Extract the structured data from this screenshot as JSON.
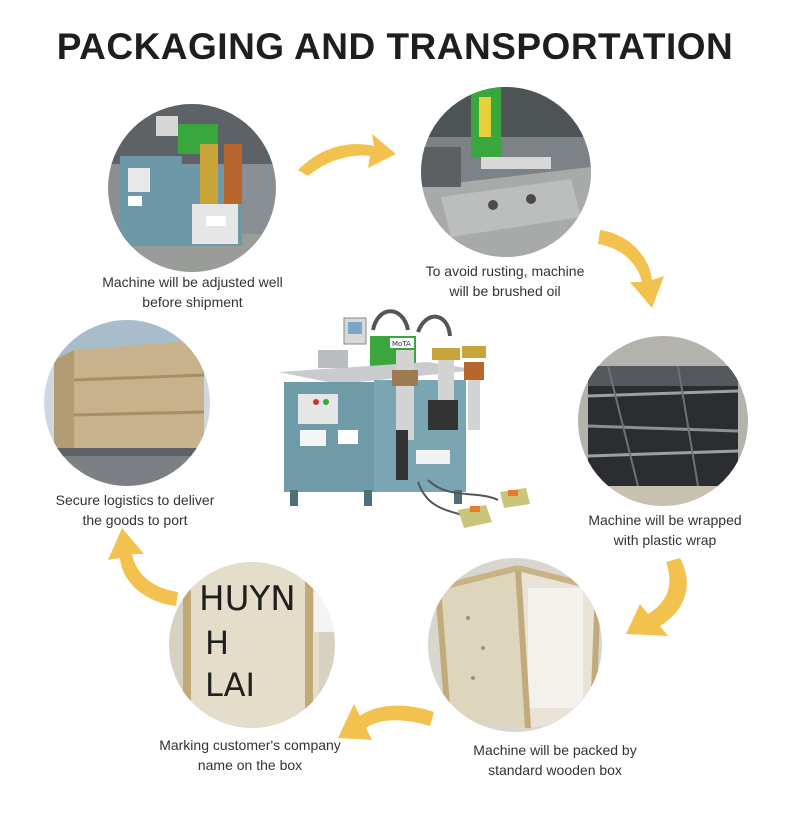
{
  "title": "PACKAGING AND TRANSPORTATION",
  "steps": [
    {
      "line1": "Machine will be adjusted well",
      "line2": "before shipment"
    },
    {
      "line1": "To avoid rusting, machine",
      "line2": "will be brushed oil"
    },
    {
      "line1": "Machine will be wrapped",
      "line2": "with plastic wrap"
    },
    {
      "line1": "Machine will  be packed by",
      "line2": "standard wooden box"
    },
    {
      "line1": "Marking customer's company",
      "line2": "name on the box"
    },
    {
      "line1": "Secure logistics to deliver",
      "line2": "the goods to port"
    }
  ],
  "box_marking": {
    "line1": "HUYN",
    "line2": "H",
    "line3": "LAI"
  },
  "machine_badge": "MoTA",
  "colors": {
    "arrow": "#f2c14e",
    "machine_body": "#6f9aa8",
    "machine_green": "#3aa63e",
    "machine_gold": "#c9a43a"
  }
}
